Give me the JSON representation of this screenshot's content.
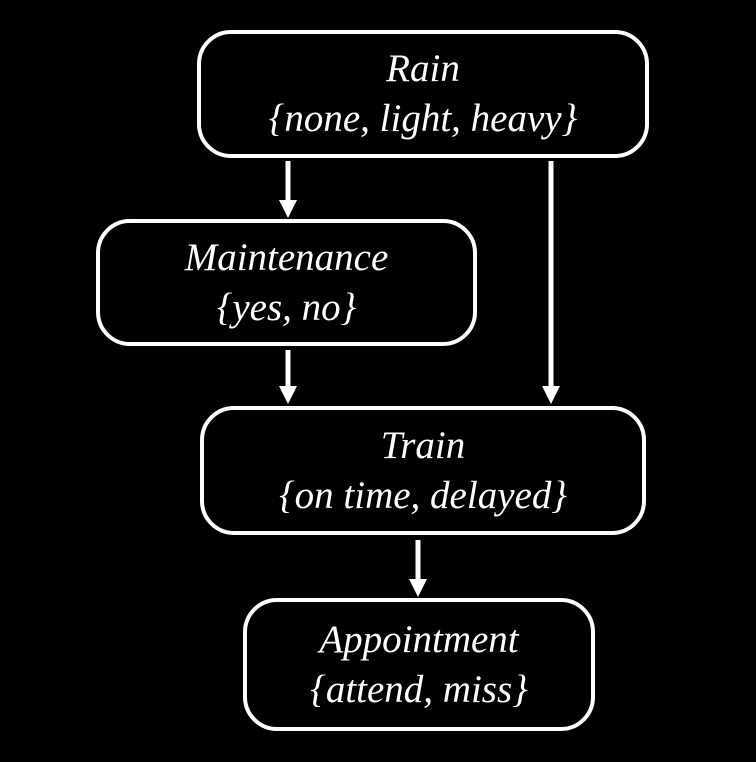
{
  "diagram": {
    "type": "bayesian-network",
    "background_color": "#000000",
    "node_fill_color": "#000000",
    "node_border_color": "#ffffff",
    "text_color": "#ffffff",
    "arrow_color": "#ffffff",
    "nodes": [
      {
        "id": "rain",
        "label": "Rain",
        "values": "{none, light, heavy}"
      },
      {
        "id": "maintenance",
        "label": "Maintenance",
        "values": "{yes, no}"
      },
      {
        "id": "train",
        "label": "Train",
        "values": "{on time, delayed}"
      },
      {
        "id": "appointment",
        "label": "Appointment",
        "values": "{attend, miss}"
      }
    ],
    "edges": [
      {
        "from": "Rain",
        "to": "Maintenance"
      },
      {
        "from": "Rain",
        "to": "Train"
      },
      {
        "from": "Maintenance",
        "to": "Train"
      },
      {
        "from": "Train",
        "to": "Appointment"
      }
    ]
  }
}
